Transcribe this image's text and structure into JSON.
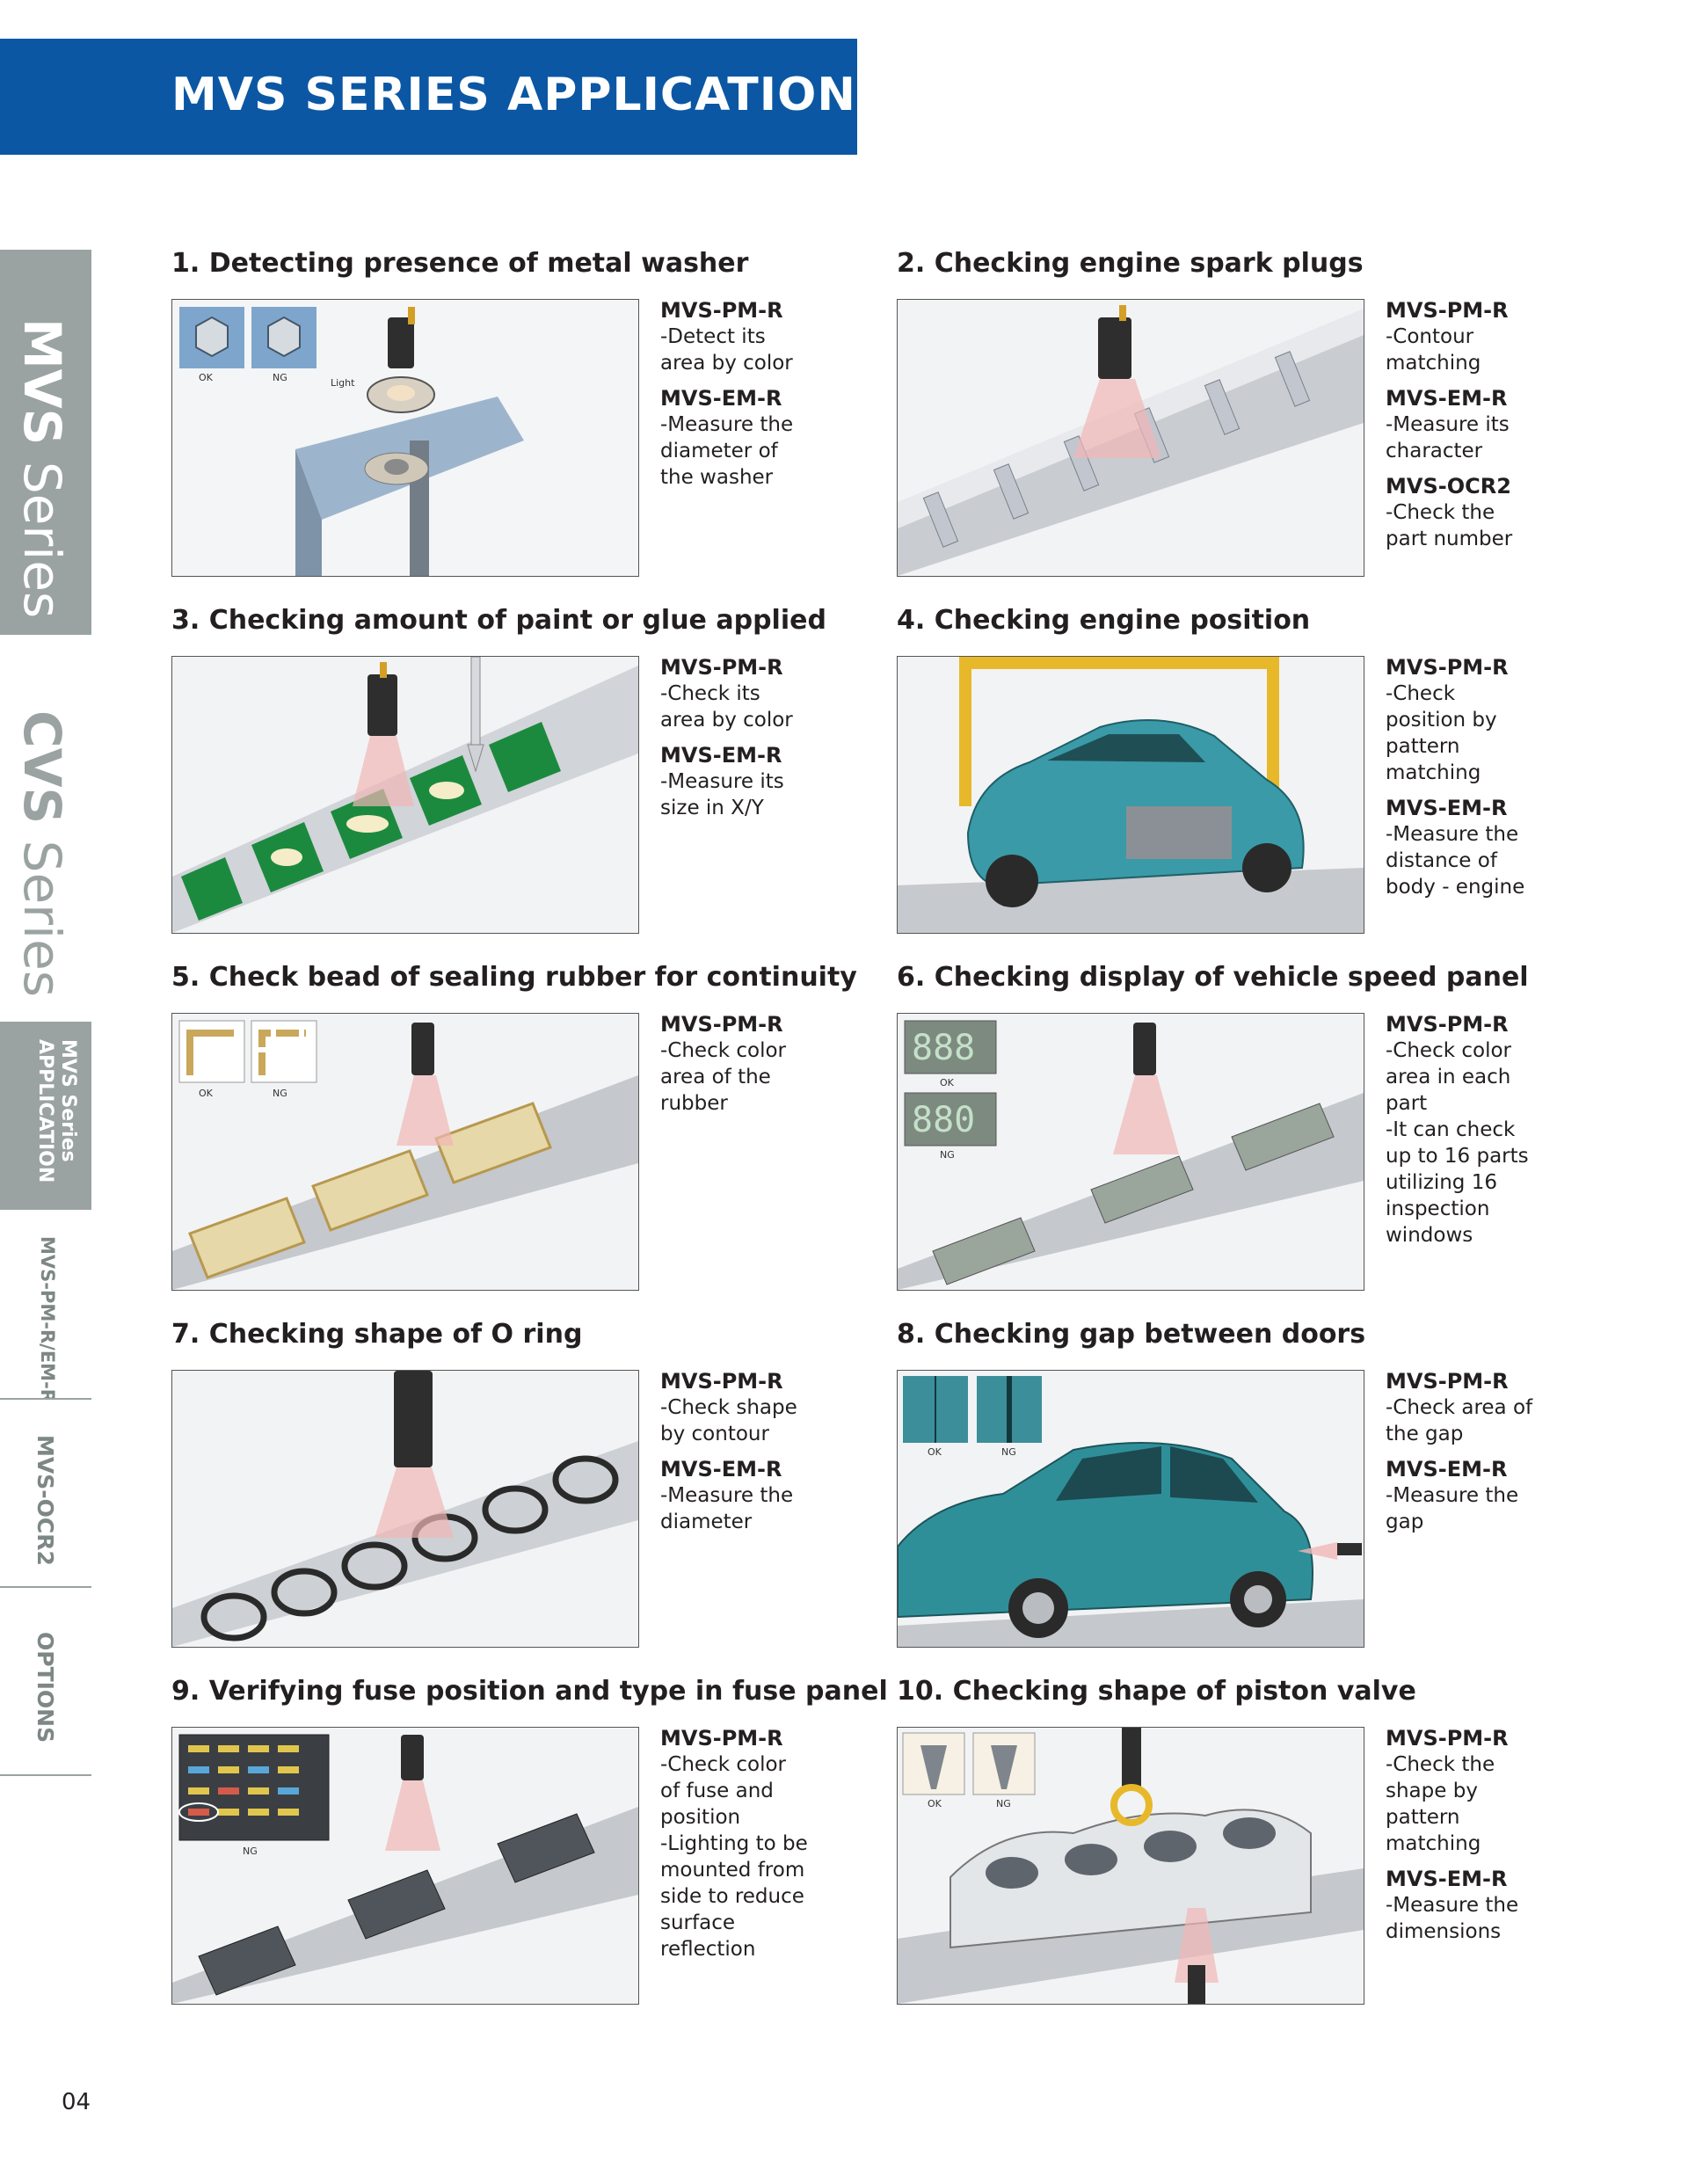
{
  "header": {
    "title": "MVS SERIES APPLICATION"
  },
  "side_nav": {
    "mvs_bold": "MVS",
    "mvs_rest": " Series",
    "cvs_bold": "CVS",
    "cvs_rest": " Series",
    "app_line1": "MVS Series",
    "app_line2": "APPLICATION",
    "pm": "MVS-PM-R/EM-R",
    "ocr": "MVS-OCR2",
    "options": "OPTIONS"
  },
  "applications": [
    {
      "title": "1. Detecting presence of metal washer",
      "figure_labels": [
        "OK",
        "NG",
        "Light"
      ],
      "notes": [
        {
          "model": "MVS-PM-R",
          "text": "-Detect its\narea by color"
        },
        {
          "model": "MVS-EM-R",
          "text": "-Measure the\ndiameter of\nthe washer"
        }
      ]
    },
    {
      "title": "2. Checking engine spark plugs",
      "figure_labels": [],
      "notes": [
        {
          "model": "MVS-PM-R",
          "text": "-Contour\nmatching"
        },
        {
          "model": "MVS-EM-R",
          "text": "-Measure its\ncharacter"
        },
        {
          "model": "MVS-OCR2",
          "text": "-Check the\npart number"
        }
      ]
    },
    {
      "title": "3. Checking amount of paint or glue applied",
      "figure_labels": [],
      "notes": [
        {
          "model": "MVS-PM-R",
          "text": "-Check its\narea by color"
        },
        {
          "model": "MVS-EM-R",
          "text": "-Measure its\nsize in X/Y"
        }
      ]
    },
    {
      "title": "4. Checking engine position",
      "figure_labels": [],
      "notes": [
        {
          "model": "MVS-PM-R",
          "text": "-Check\nposition by\npattern\nmatching"
        },
        {
          "model": "MVS-EM-R",
          "text": "-Measure the\ndistance of\nbody - engine"
        }
      ]
    },
    {
      "title": "5. Check bead of sealing rubber for continuity",
      "figure_labels": [
        "OK",
        "NG"
      ],
      "notes": [
        {
          "model": "MVS-PM-R",
          "text": "-Check color\narea of the\nrubber"
        }
      ]
    },
    {
      "title": "6. Checking display of vehicle speed panel",
      "figure_labels": [
        "OK",
        "NG"
      ],
      "notes": [
        {
          "model": "MVS-PM-R",
          "text": "-Check color\narea in each\npart\n-It can check\nup to 16 parts\nutilizing 16\ninspection\nwindows"
        }
      ]
    },
    {
      "title": "7. Checking shape of O ring",
      "figure_labels": [],
      "notes": [
        {
          "model": "MVS-PM-R",
          "text": "-Check shape\nby contour"
        },
        {
          "model": "MVS-EM-R",
          "text": "-Measure the\ndiameter"
        }
      ]
    },
    {
      "title": "8. Checking gap between doors",
      "figure_labels": [
        "OK",
        "NG"
      ],
      "notes": [
        {
          "model": "MVS-PM-R",
          "text": "-Check area of\nthe gap"
        },
        {
          "model": "MVS-EM-R",
          "text": "-Measure the\ngap"
        }
      ]
    },
    {
      "title": "9. Verifying fuse position and type in fuse panel",
      "figure_labels": [
        "NG"
      ],
      "notes": [
        {
          "model": "MVS-PM-R",
          "text": "-Check color\nof fuse and\nposition\n-Lighting to be\nmounted from\nside to reduce\nsurface\nreflection"
        }
      ]
    },
    {
      "title": "10. Checking shape of piston valve",
      "figure_labels": [
        "OK",
        "NG"
      ],
      "notes": [
        {
          "model": "MVS-PM-R",
          "text": "-Check the\nshape by\npattern\nmatching"
        },
        {
          "model": "MVS-EM-R",
          "text": "-Measure the\ndimensions"
        }
      ]
    }
  ],
  "footer": {
    "page_number": "04"
  },
  "colors": {
    "header_blue": "#0b57a4",
    "nav_grey": "#9aa3a2"
  }
}
